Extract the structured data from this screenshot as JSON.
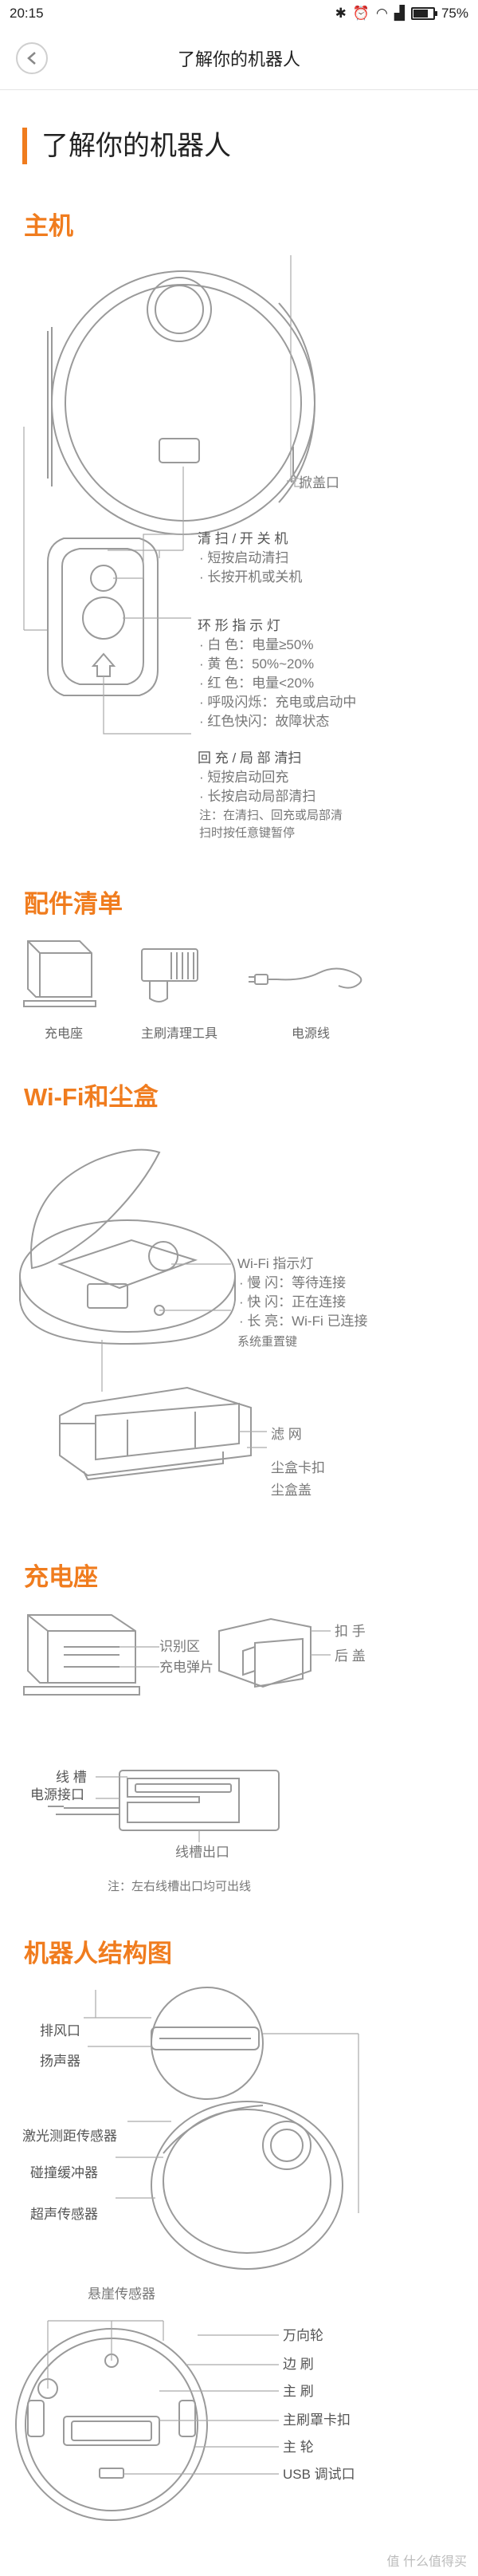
{
  "status_bar": {
    "time": "20:15",
    "battery": "75%",
    "battery_level": 0.75
  },
  "nav": {
    "title": "了解你的机器人"
  },
  "page": {
    "heading": "了解你的机器人"
  },
  "sections": {
    "host": {
      "title": "主机",
      "top_cover": "掀盖口",
      "clean_switch": {
        "title": "清 扫 / 开 关 机",
        "items": [
          "· 短按启动清扫",
          "· 长按开机或关机"
        ]
      },
      "ring_light": {
        "title": "环 形 指 示 灯",
        "items": [
          "· 白 色：电量≥50%",
          "· 黄 色：50%~20%",
          "· 红 色：电量<20%",
          "· 呼吸闪烁：充电或启动中",
          "· 红色快闪：故障状态"
        ]
      },
      "recharge": {
        "title": "回 充 / 局 部 清扫",
        "items": [
          "· 短按启动回充",
          "· 长按启动局部清扫"
        ],
        "note": [
          "注：在清扫、回充或局部清",
          "扫时按任意键暂停"
        ]
      }
    },
    "accessories": {
      "title": "配件清单",
      "items": [
        "充电座",
        "主刷清理工具",
        "电源线"
      ]
    },
    "wifi": {
      "title": "Wi-Fi和尘盒",
      "indicator": {
        "title": "Wi-Fi 指示灯",
        "items": [
          "· 慢 闪：等待连接",
          "· 快 闪：正在连接",
          "· 长 亮：Wi-Fi 已连接"
        ]
      },
      "reset": "系统重置键",
      "filter": "滤 网",
      "dustbin_clip": "尘盒卡扣",
      "dustbin_cover": "尘盒盖"
    },
    "dock": {
      "title": "充电座",
      "ir_zone": "识别区",
      "charging_contacts": "充电弹片",
      "handle": "扣 手",
      "back_cover": "后 盖",
      "cable_slot": "线 槽",
      "power_port": "电源接口",
      "slot_exit": "线槽出口",
      "note": "注：左右线槽出口均可出线"
    },
    "structure": {
      "title": "机器人结构图",
      "top_labels": [
        "排风口",
        "扬声器",
        "激光测距传感器",
        "碰撞缓冲器",
        "超声传感器"
      ],
      "bottom_title": "悬崖传感器",
      "bottom_labels": [
        "万向轮",
        "边 刷",
        "主 刷",
        "主刷罩卡扣",
        "主 轮",
        "USB 调试口"
      ]
    }
  },
  "watermark": "值 什么值得买",
  "colors": {
    "accent": "#f07c1e",
    "line": "#9a9a9a"
  }
}
